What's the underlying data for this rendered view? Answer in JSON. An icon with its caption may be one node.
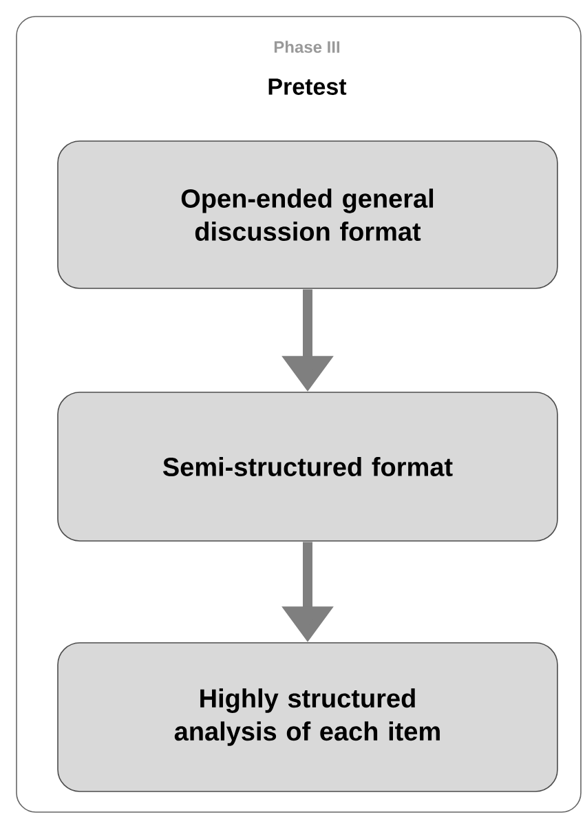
{
  "diagram": {
    "nodes": [
      {
        "text": [
          "Phase III",
          "Pretest"
        ]
      },
      {
        "text": [
          "Open-ended general discussion format"
        ],
        "in": 0
      },
      {
        "text": [
          "Semi-structured format"
        ],
        "in": 0
      },
      {
        "text": [
          "Highly structured analysis of each item"
        ],
        "in": 0
      }
    ],
    "edges": [
      {
        "from": 1,
        "to": 2,
        "arrow": "to"
      },
      {
        "from": 2,
        "to": 3,
        "arrow": "to"
      }
    ]
  }
}
